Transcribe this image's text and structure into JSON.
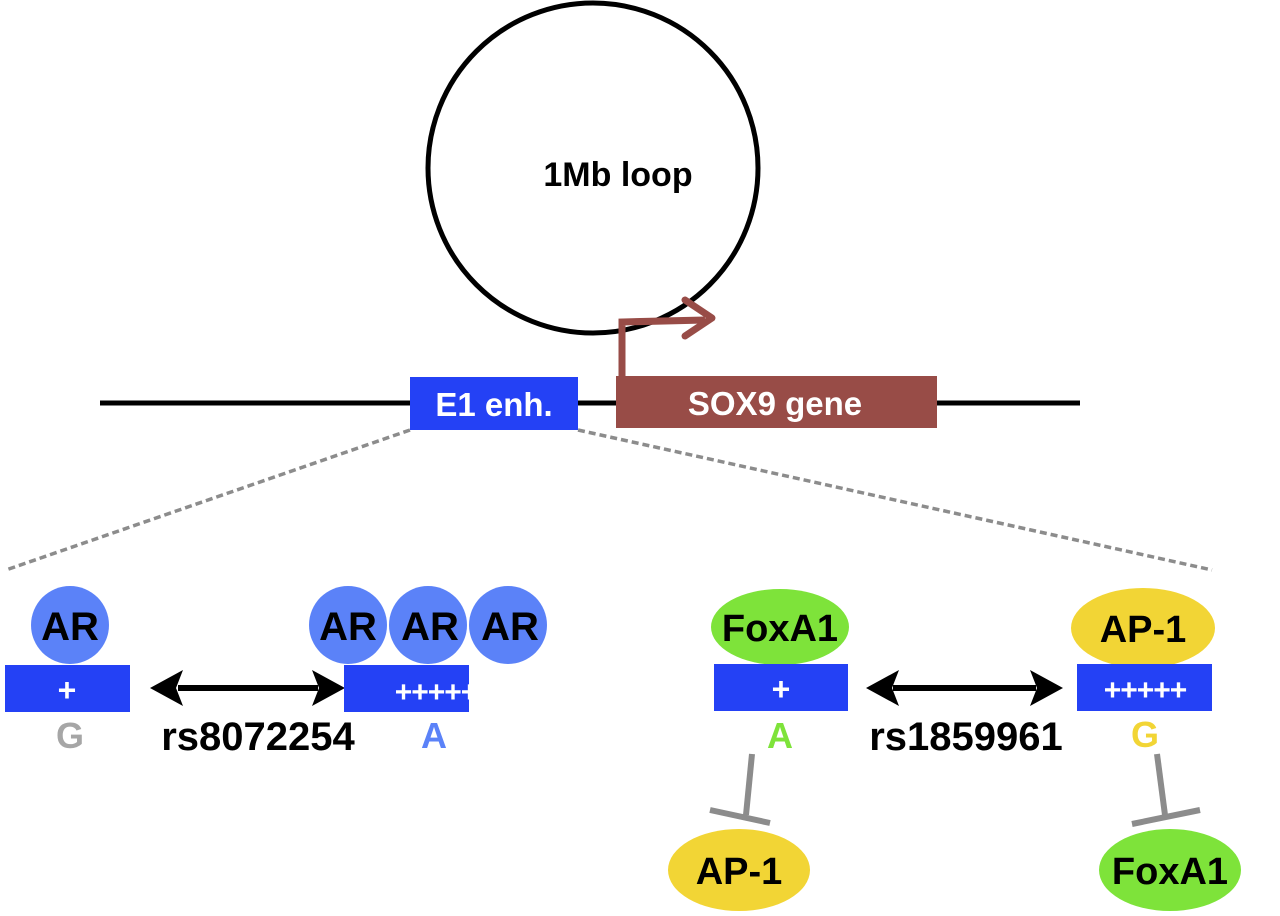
{
  "colors": {
    "enhancer_blue": "#2441F5",
    "ar_blue": "#5B82F8",
    "gene_brown": "#984C47",
    "foxa1_green": "#7EE33A",
    "ap1_yellow": "#F2D535",
    "allele_gray": "#A6A6A6",
    "dashed_gray": "#8C8C8C",
    "inhibit_gray": "#8C8C8C",
    "black": "#000000",
    "white": "#FFFFFF"
  },
  "top": {
    "loop_label": "1Mb loop",
    "enhancer_label": "E1 enh.",
    "gene_label": "SOX9 gene"
  },
  "left_panel": {
    "snp_id": "rs8072254",
    "allele_low": {
      "allele": "G",
      "sites": "+",
      "factors": [
        "AR"
      ]
    },
    "allele_high": {
      "allele": "A",
      "sites": "+++++",
      "factors": [
        "AR",
        "AR",
        "AR"
      ]
    }
  },
  "right_panel": {
    "snp_id": "rs1859961",
    "allele_low": {
      "allele": "A",
      "sites": "+",
      "bound_factor": "FoxA1",
      "inhibited_factor": "AP-1"
    },
    "allele_high": {
      "allele": "G",
      "sites": "+++++",
      "bound_factor": "AP-1",
      "inhibited_factor": "FoxA1"
    }
  }
}
